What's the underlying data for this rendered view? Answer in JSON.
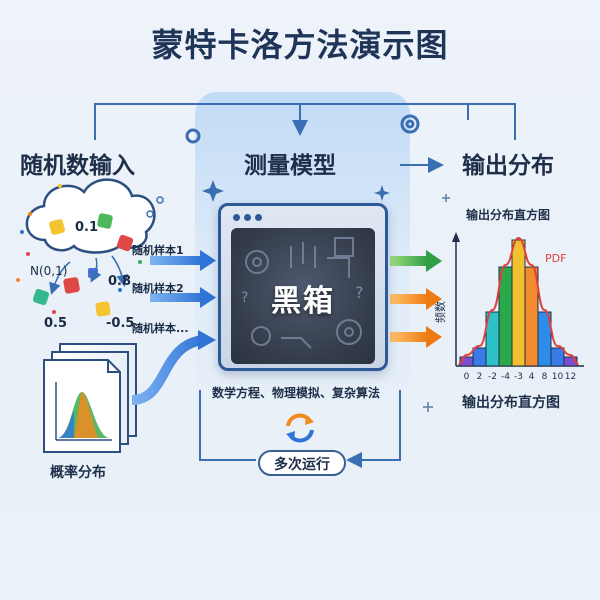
{
  "title": "蒙特卡洛方法演示图",
  "sections": {
    "input": "随机数输入",
    "model": "测量模型",
    "output": "输出分布"
  },
  "input": {
    "labels": [
      "0.1",
      "N(0,1)",
      "0.8",
      "0.5",
      "-0.5"
    ],
    "samples": [
      "随机样本1",
      "随机样本2",
      "随机样本..."
    ],
    "distribution_label": "概率分布"
  },
  "model": {
    "box_label": "黑箱",
    "caption": "数学方程、物理模拟、复杂算法",
    "loop_label": "多次运行"
  },
  "output": {
    "chart_title": "输出分布直方图",
    "bottom_caption": "输出分布直方图",
    "pdf_label": "PDF",
    "y_label": "频数"
  },
  "chart_data": {
    "type": "bar",
    "categories": [
      "0",
      "2",
      "-2",
      "-4",
      "-3",
      "4",
      "8",
      "10",
      "12"
    ],
    "values": [
      1,
      2,
      6,
      11,
      14,
      11,
      6,
      2,
      1
    ],
    "bar_colors": [
      "#7b4fd1",
      "#3a7be8",
      "#2fc1c8",
      "#2aa84a",
      "#f2c12e",
      "#f28a2e",
      "#2e8de8",
      "#3a7be8",
      "#7b4fd1"
    ],
    "ylabel": "频数",
    "title": "输出分布直方图",
    "annotations": [
      "PDF"
    ],
    "pdf_color": "#e0403a"
  },
  "colors": {
    "accent": "#2d5a97",
    "title": "#1f3558",
    "arrow_blue": "#2f74d6",
    "arrow_green": "#3aad4e",
    "arrow_orange": "#f08a1f"
  }
}
